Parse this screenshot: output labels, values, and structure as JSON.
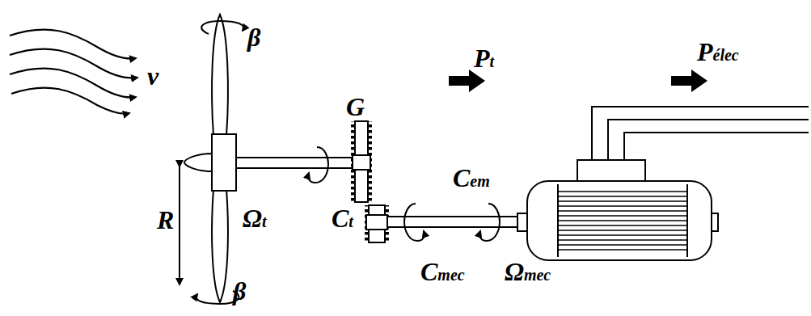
{
  "diagram": {
    "labels": [
      "β",
      "v",
      "Pt",
      "Pélec",
      "G",
      "Cem",
      "R",
      "Ωt",
      "Ct",
      "Cmec",
      "Ωmec",
      "β"
    ]
  }
}
